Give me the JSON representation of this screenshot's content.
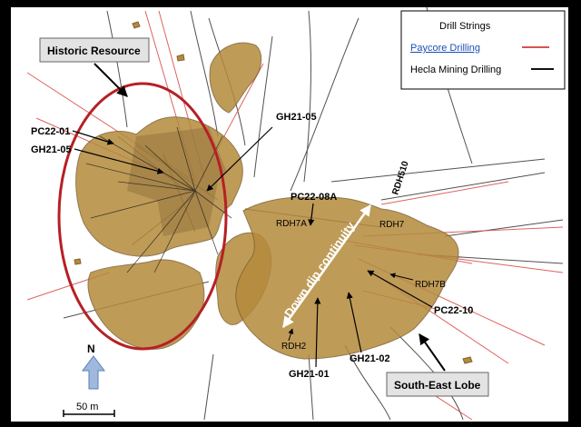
{
  "legend": {
    "title": "Drill Strings",
    "items": [
      {
        "label": "Paycore  Drilling",
        "color": "#d9534f"
      },
      {
        "label": "Hecla Mining Drilling",
        "color": "#111111"
      }
    ]
  },
  "callouts": {
    "historic": "Historic Resource",
    "southeast": "South-East Lobe",
    "downdip": "Down dip continuity"
  },
  "holes": {
    "pc22_01": "PC22-01",
    "gh21_05_left": "GH21-05",
    "gh21_05_top": "GH21-05",
    "pc22_08a": "PC22-08A",
    "rdh7a": "RDH7A",
    "rdh7": "RDH7",
    "rdh510": "RDH510",
    "rdh7b": "RDH7B",
    "pc22_10": "PC22-10",
    "rdh2": "RDH2",
    "gh21_02": "GH21-02",
    "gh21_01": "GH21-01"
  },
  "north": {
    "label": "N"
  },
  "scale": {
    "label": "50 m"
  },
  "colors": {
    "background": "#ffffff",
    "frame": "#000000",
    "orebody": "#b48a3c",
    "orebody_dark": "#7e6130",
    "ellipse": "#b52025",
    "paycore": "#d9534f",
    "hecla": "#222222",
    "arrow_north": "#9fb8dc"
  }
}
